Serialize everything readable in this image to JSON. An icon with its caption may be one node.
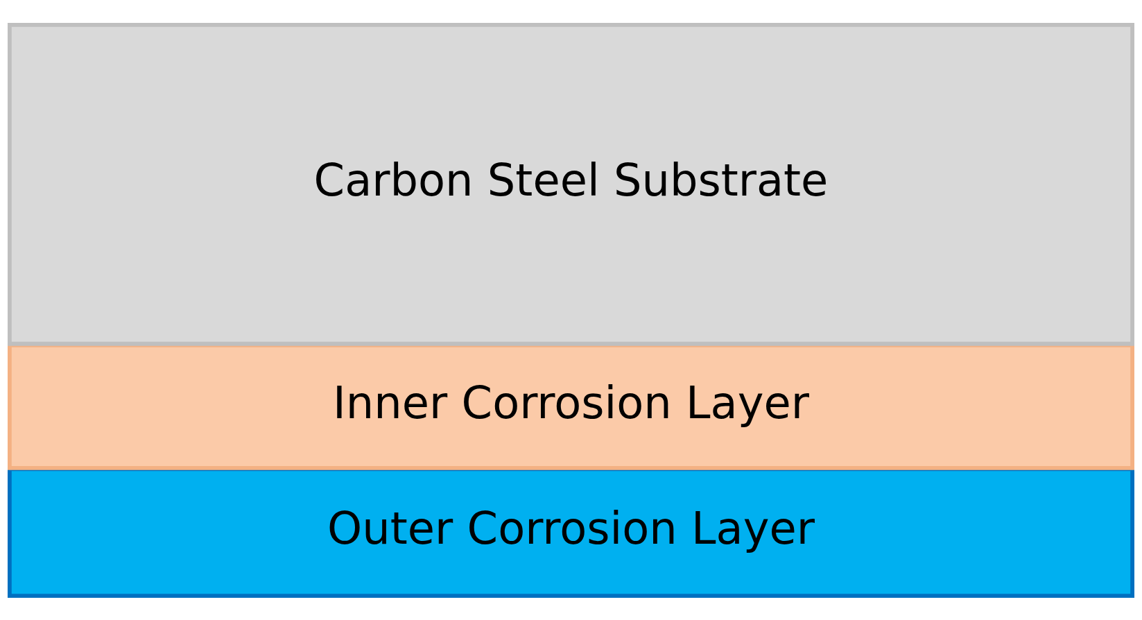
{
  "diagram": {
    "nodes": [
      {
        "text": [
          "Outer Corrosion Layer"
        ]
      },
      {
        "text": [
          "Inner Corrosion Layer"
        ]
      },
      {
        "text": [
          "Carbon Steel Substrate"
        ]
      }
    ]
  }
}
